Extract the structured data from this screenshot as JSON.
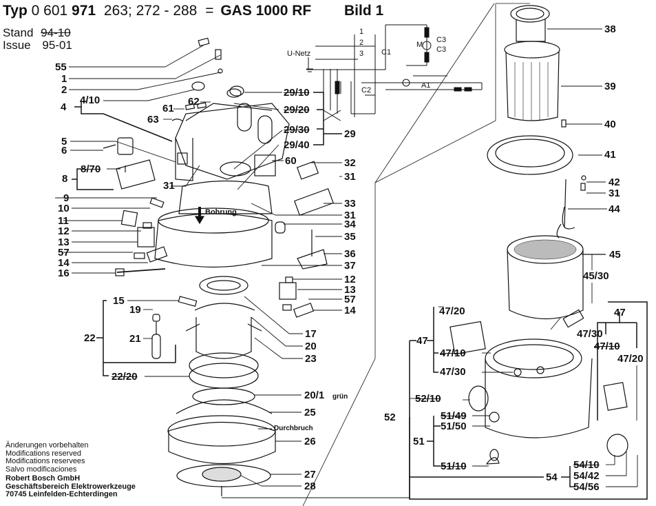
{
  "header": {
    "typ_label": "Typ",
    "typ_prefix": "0 601",
    "typ_number": "971",
    "variants": "263; 272 - 288",
    "equals": "=",
    "model": "GAS  1000 RF",
    "figure": "Bild 1"
  },
  "stand": {
    "stand_label": "Stand",
    "stand_value": "94-10",
    "issue_label": "Issue",
    "issue_value": "95-01"
  },
  "circuit": {
    "supply_label": "U-Netz",
    "labels": [
      "1",
      "2",
      "3",
      "C1",
      "C2",
      "C3",
      "C3",
      "M",
      "A1"
    ]
  },
  "annotations": {
    "bohrung": "Bohrung",
    "durchbruch": "Durchbruch",
    "gruen": "grün"
  },
  "parts_left": [
    {
      "id": "55",
      "struck": false
    },
    {
      "id": "1",
      "struck": false
    },
    {
      "id": "2",
      "struck": false
    },
    {
      "id": "4",
      "struck": false
    },
    {
      "id": "4/10",
      "struck": false
    },
    {
      "id": "61",
      "struck": false
    },
    {
      "id": "62",
      "struck": false
    },
    {
      "id": "63",
      "struck": false
    },
    {
      "id": "5",
      "struck": false
    },
    {
      "id": "6",
      "struck": false
    },
    {
      "id": "8",
      "struck": false
    },
    {
      "id": "8/70",
      "struck": true
    },
    {
      "id": "31",
      "struck": false
    },
    {
      "id": "9",
      "struck": false
    },
    {
      "id": "10",
      "struck": false
    },
    {
      "id": "11",
      "struck": false
    },
    {
      "id": "12",
      "struck": false
    },
    {
      "id": "13",
      "struck": false
    },
    {
      "id": "57",
      "struck": false
    },
    {
      "id": "14",
      "struck": false
    },
    {
      "id": "16",
      "struck": false
    },
    {
      "id": "15",
      "struck": false
    },
    {
      "id": "19",
      "struck": false
    },
    {
      "id": "21",
      "struck": false
    },
    {
      "id": "22",
      "struck": false
    },
    {
      "id": "22/20",
      "struck": true
    }
  ],
  "parts_center": [
    {
      "id": "29/10",
      "struck": true
    },
    {
      "id": "29/20",
      "struck": true
    },
    {
      "id": "29/30",
      "struck": true
    },
    {
      "id": "29/40",
      "struck": false
    },
    {
      "id": "29",
      "struck": false
    },
    {
      "id": "60",
      "struck": false
    },
    {
      "id": "32",
      "struck": false
    },
    {
      "id": "31",
      "struck": false
    },
    {
      "id": "33",
      "struck": false
    },
    {
      "id": "31",
      "struck": false
    },
    {
      "id": "34",
      "struck": false
    },
    {
      "id": "35",
      "struck": false
    },
    {
      "id": "36",
      "struck": false
    },
    {
      "id": "37",
      "struck": false
    },
    {
      "id": "12",
      "struck": false
    },
    {
      "id": "13",
      "struck": false
    },
    {
      "id": "57",
      "struck": false
    },
    {
      "id": "14",
      "struck": false
    },
    {
      "id": "17",
      "struck": false
    },
    {
      "id": "20",
      "struck": false
    },
    {
      "id": "23",
      "struck": false
    },
    {
      "id": "20/1",
      "struck": false
    },
    {
      "id": "25",
      "struck": false
    },
    {
      "id": "26",
      "struck": false
    },
    {
      "id": "27",
      "struck": false
    },
    {
      "id": "28",
      "struck": false
    }
  ],
  "parts_right": [
    {
      "id": "38",
      "struck": false
    },
    {
      "id": "39",
      "struck": false
    },
    {
      "id": "40",
      "struck": false
    },
    {
      "id": "41",
      "struck": false
    },
    {
      "id": "42",
      "struck": false
    },
    {
      "id": "31",
      "struck": false
    },
    {
      "id": "44",
      "struck": false
    },
    {
      "id": "45",
      "struck": false
    },
    {
      "id": "45/30",
      "struck": false
    },
    {
      "id": "47",
      "struck": false
    },
    {
      "id": "47/20",
      "struck": false
    },
    {
      "id": "47/30",
      "struck": false
    },
    {
      "id": "47/10",
      "struck": true
    },
    {
      "id": "47/20",
      "struck": false
    },
    {
      "id": "47",
      "struck": false
    },
    {
      "id": "47/10",
      "struck": true
    },
    {
      "id": "47/30",
      "struck": false
    },
    {
      "id": "52/10",
      "struck": true
    },
    {
      "id": "52",
      "struck": false
    },
    {
      "id": "51/49",
      "struck": true
    },
    {
      "id": "51/50",
      "struck": false
    },
    {
      "id": "51",
      "struck": false
    },
    {
      "id": "51/10",
      "struck": true
    },
    {
      "id": "54",
      "struck": false
    },
    {
      "id": "54/10",
      "struck": true
    },
    {
      "id": "54/42",
      "struck": false
    },
    {
      "id": "54/56",
      "struck": false
    }
  ],
  "footer": {
    "lines": [
      "Änderungen vorbehalten",
      "Modifications reserved",
      "Modifications reservees",
      "Salvo modificaciones"
    ],
    "company": "Robert Bosch GmbH",
    "division": "Geschäftsbereich Elektrowerkzeuge",
    "address": "70745 Leinfelden-Echterdingen"
  }
}
